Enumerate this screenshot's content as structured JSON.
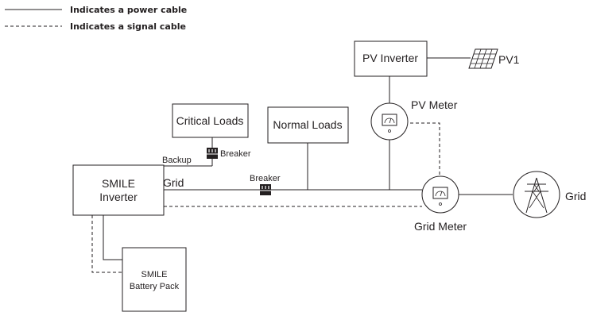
{
  "legend": {
    "power_cable": "Indicates a power cable",
    "signal_cable": "Indicates a signal cable"
  },
  "devices": {
    "pv_inverter": "PV Inverter",
    "pv_array": "PV1",
    "pv_meter": "PV Meter",
    "critical_loads": "Critical Loads",
    "normal_loads": "Normal Loads",
    "smile_inverter_line1": "SMILE",
    "smile_inverter_line2": "Inverter",
    "battery_line1": "SMILE",
    "battery_line2": "Battery Pack",
    "grid_meter": "Grid Meter",
    "grid": "Grid"
  },
  "ports": {
    "backup": "Backup",
    "grid": "Grid"
  },
  "breakers": {
    "backup_breaker": "Breaker",
    "grid_breaker": "Breaker"
  },
  "colors": {
    "line": "#231f20",
    "background": "#ffffff"
  }
}
